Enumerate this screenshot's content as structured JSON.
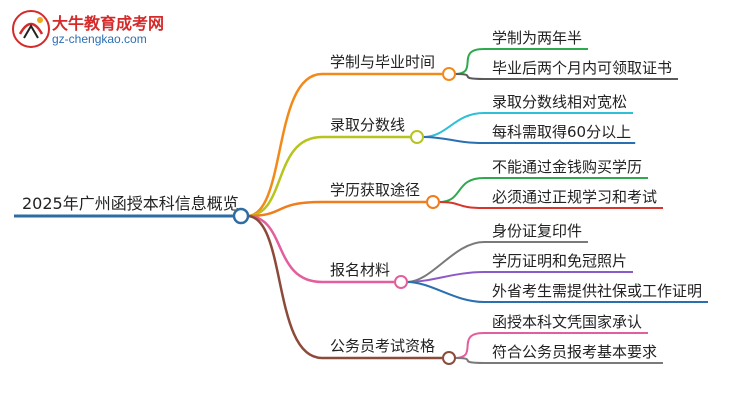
{
  "logo": {
    "title": "大牛教育成考网",
    "url": "gz-chengkao.com"
  },
  "root": {
    "label": "2025年广州函授本科信息概览",
    "color": "#2e6da4"
  },
  "branches": [
    {
      "label": "学制与毕业时间",
      "color": "#f28a1a",
      "children": [
        {
          "label": "学制为两年半",
          "color": "#2eaa4e"
        },
        {
          "label": "毕业后两个月内可领取证书",
          "color": "#5a5a5a"
        }
      ]
    },
    {
      "label": "录取分数线",
      "color": "#b7c41e",
      "children": [
        {
          "label": "录取分数线相对宽松",
          "color": "#2fc0d8"
        },
        {
          "label": "每科需取得60分以上",
          "color": "#2a6fb0"
        }
      ]
    },
    {
      "label": "学历获取途径",
      "color": "#f07d1b",
      "children": [
        {
          "label": "不能通过金钱购买学历",
          "color": "#2eaa4e"
        },
        {
          "label": "必须通过正规学习和考试",
          "color": "#d9342b"
        }
      ]
    },
    {
      "label": "报名材料",
      "color": "#e35e9d",
      "children": [
        {
          "label": "身份证复印件",
          "color": "#7a7a7a"
        },
        {
          "label": "学历证明和免冠照片",
          "color": "#8c5ac8"
        },
        {
          "label": "外省考生需提供社保或工作证明",
          "color": "#2a6fb0"
        }
      ]
    },
    {
      "label": "公务员考试资格",
      "color": "#8b4a3a",
      "children": [
        {
          "label": "函授本科文凭国家承认",
          "color": "#e35e9d"
        },
        {
          "label": "符合公务员报考基本要求",
          "color": "#7a7a7a"
        }
      ]
    }
  ]
}
